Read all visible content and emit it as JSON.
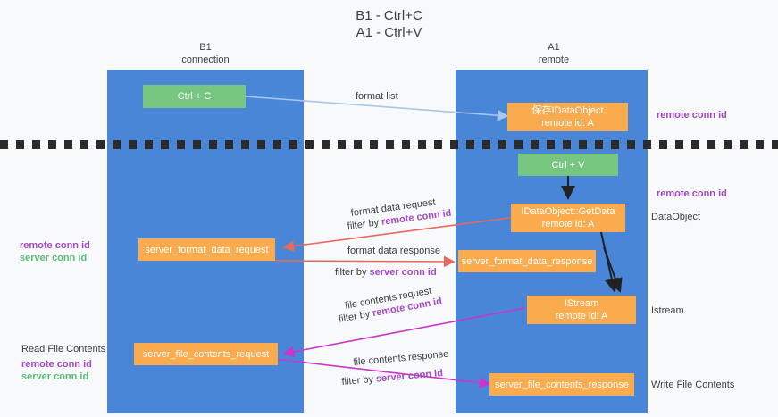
{
  "title": {
    "line1": "B1 - Ctrl+C",
    "line2": "A1 - Ctrl+V"
  },
  "columns": [
    {
      "name": "B1",
      "sub": "connection"
    },
    {
      "name": "A1",
      "sub": "remote"
    }
  ],
  "nodes": {
    "ctrl_c": "Ctrl + C",
    "ctrl_v": "Ctrl + V",
    "idataobject_title": "保存IDataObject",
    "idataobject_sub": "remote id: A",
    "getdata_title": "IDataObject::GetData",
    "getdata_sub": "remote id: A",
    "istream_title": "IStream",
    "istream_sub": "remote id: A",
    "server_format_data_request": "server_format_data_request",
    "server_format_data_response": "server_format_data_response",
    "server_file_contents_request": "server_file_contents_request",
    "server_file_contents_response": "server_file_contents_response"
  },
  "right_labels": {
    "remote_conn_id_top": "remote conn id",
    "remote_conn_id_mid": "remote conn id",
    "dataobject": "DataObject",
    "istream": "Istream",
    "write_file_contents": "Write File Contents"
  },
  "left_labels": {
    "remote_conn_id_mid": "remote conn id",
    "server_conn_id_mid": "server conn id",
    "read_file_contents": "Read File Contents",
    "remote_conn_id_bottom": "remote conn id",
    "server_conn_id_bottom": "server conn id"
  },
  "edges": {
    "format_list": "format list",
    "format_data_request": "format data request",
    "format_data_request_filter_prefix": "filter by ",
    "format_data_request_filter_key": "remote conn id",
    "format_data_response": "format data response",
    "format_data_response_filter_prefix": "filter by ",
    "format_data_response_filter_key": "server conn id",
    "file_contents_request": "file contents request",
    "file_contents_request_filter_prefix": "filter by ",
    "file_contents_request_filter_key": "remote conn id",
    "file_contents_response": "file contents response",
    "file_contents_response_filter_prefix": "filter by ",
    "file_contents_response_filter_key": "server conn id"
  },
  "colors": {
    "lane": "#4a86d8",
    "node_orange": "#f9ab4e",
    "node_green": "#77c680",
    "purple": "#a348c4",
    "green_text": "#57bb74",
    "arrow_blue": "#a8c7ea",
    "arrow_red": "#e8685c",
    "arrow_black": "#202124",
    "arrow_magenta": "#c936c9",
    "divider": "#2b2b2b",
    "background": "#f8f9fa"
  }
}
